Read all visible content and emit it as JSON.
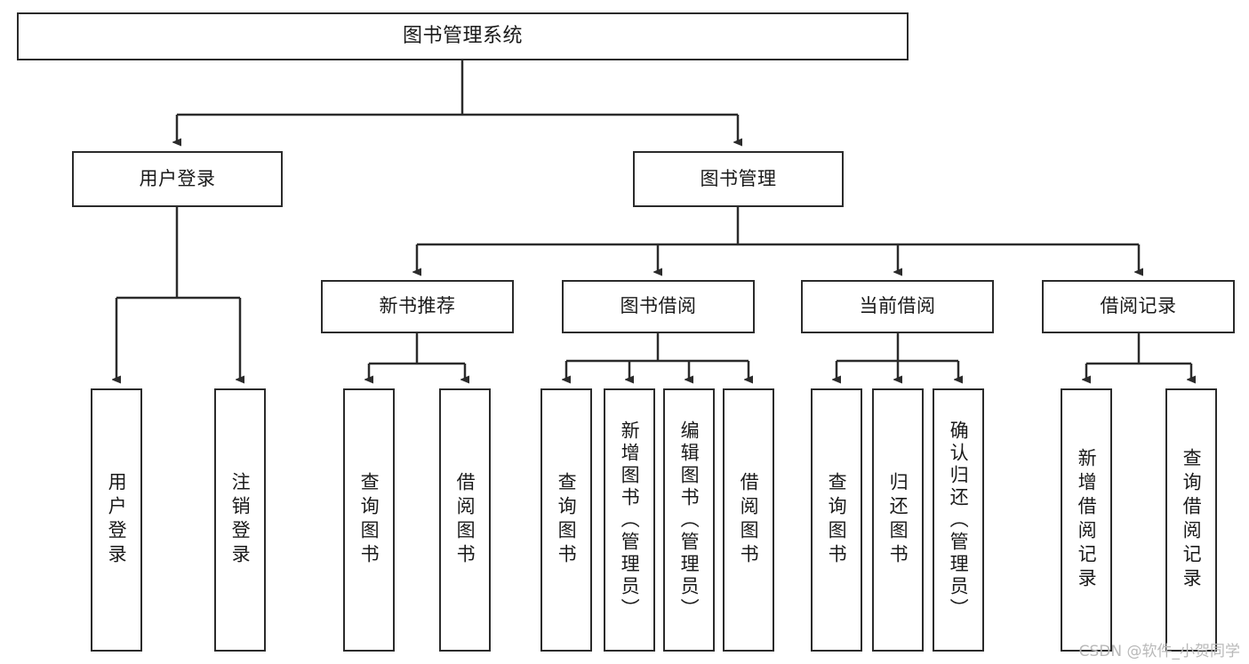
{
  "diagram": {
    "title": "图书管理系统",
    "watermark": "CSDN @软件_小贺同学",
    "colors": {
      "stroke": "#2b2b2b",
      "background": "#ffffff",
      "text": "#1a1a1a",
      "watermark": "#b9b9b9"
    },
    "root": {
      "label": "图书管理系统"
    },
    "level1": [
      {
        "label": "用户登录"
      },
      {
        "label": "图书管理"
      }
    ],
    "level2": [
      {
        "label": "新书推荐"
      },
      {
        "label": "图书借阅"
      },
      {
        "label": "当前借阅"
      },
      {
        "label": "借阅记录"
      }
    ],
    "leaves": {
      "user_login": [
        {
          "label": "用户登录"
        },
        {
          "label": "注销登录"
        }
      ],
      "new_book_recommend": [
        {
          "label": "查询图书"
        },
        {
          "label": "借阅图书"
        }
      ],
      "book_borrow": [
        {
          "label": "查询图书"
        },
        {
          "label": "新增图书（管理员）"
        },
        {
          "label": "编辑图书（管理员）"
        },
        {
          "label": "借阅图书"
        }
      ],
      "current_borrow": [
        {
          "label": "查询图书"
        },
        {
          "label": "归还图书"
        },
        {
          "label": "确认归还（管理员）"
        }
      ],
      "borrow_record": [
        {
          "label": "新增借阅记录"
        },
        {
          "label": "查询借阅记录"
        }
      ]
    }
  }
}
